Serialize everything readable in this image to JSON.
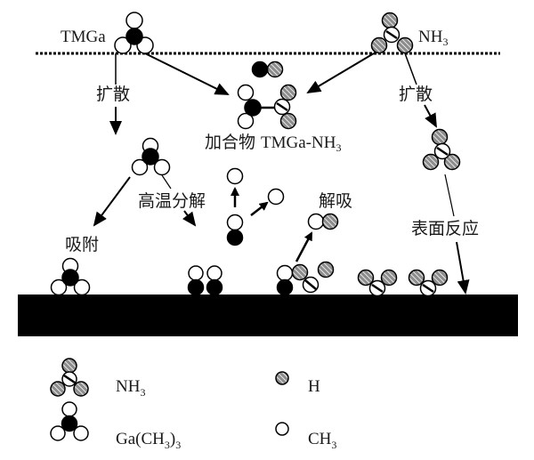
{
  "diagram": {
    "title": "MOCVD GaN growth: TMGa and NH3 reaction pathways",
    "colors": {
      "ink": "#000000",
      "substrate": "#000000",
      "hydrogen_fill": "#9a9a9a",
      "hatch_line": "#ffffff",
      "methyl_fill": "#ffffff",
      "gallium_fill": "#000000"
    },
    "labels": {
      "tmga": "TMGa",
      "nh3_main": "NH",
      "nh3_sub": "3",
      "diffusion_left": "扩散",
      "diffusion_right": "扩散",
      "adduct_zh": "加合物",
      "adduct_en_main": "TMGa-NH",
      "adduct_en_sub": "3",
      "pyrolysis": "高温分解",
      "adsorption": "吸附",
      "desorption": "解吸",
      "surface_reaction": "表面反应"
    },
    "legend": [
      {
        "symbol": "nh3-molecule",
        "label_main": "NH",
        "label_sub": "3",
        "label_tail": ""
      },
      {
        "symbol": "tmga-molecule",
        "label_main": "Ga(CH",
        "label_sub": "3",
        "label_tail": ")3"
      },
      {
        "symbol": "hydrogen-atom",
        "label_main": "H",
        "label_sub": "",
        "label_tail": ""
      },
      {
        "symbol": "methyl-group",
        "label_main": "CH",
        "label_sub": "3",
        "label_tail": ""
      }
    ]
  }
}
